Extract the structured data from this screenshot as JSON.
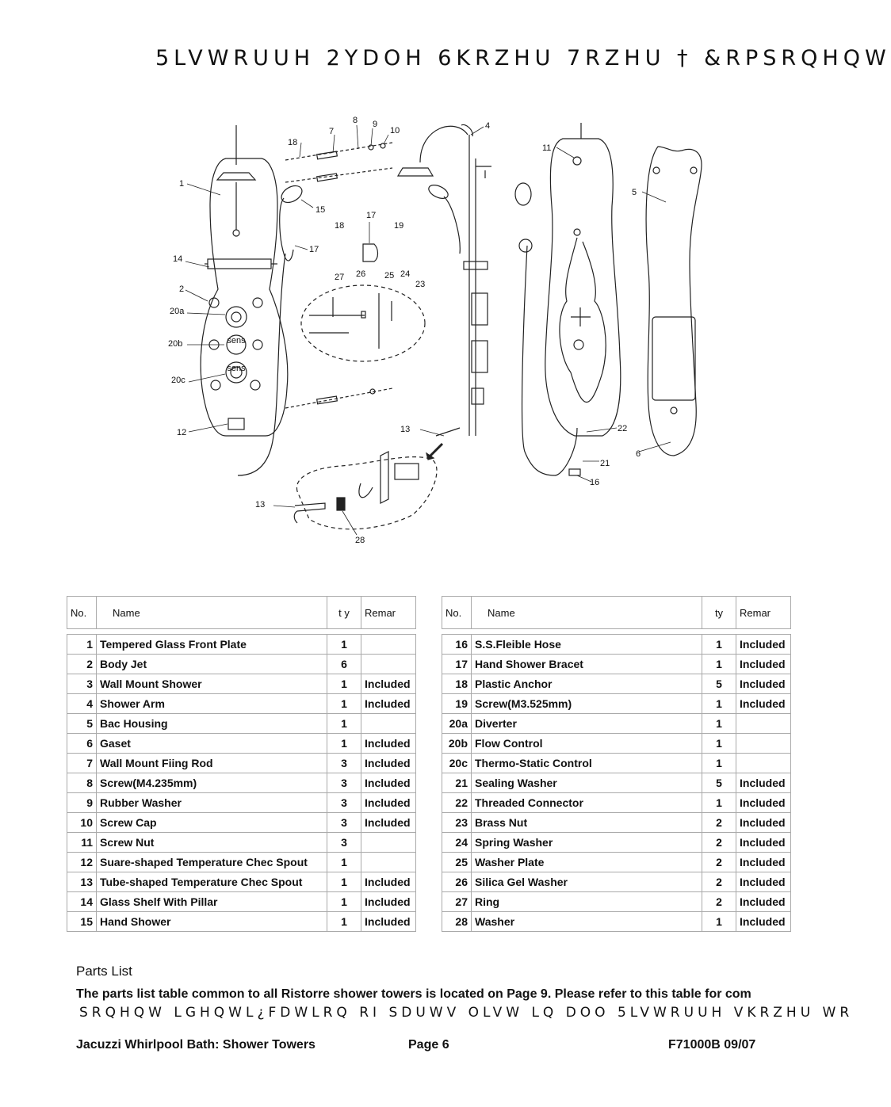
{
  "title": "5LVWRUUH 2YDOH 6KRZHU 7RZHU † &RPSRQHQW",
  "diagram": {
    "callouts": [
      "1",
      "2",
      "4",
      "5",
      "6",
      "7",
      "8",
      "9",
      "10",
      "11",
      "12",
      "13",
      "13",
      "14",
      "15",
      "16",
      "17",
      "17",
      "18",
      "18",
      "19",
      "20a",
      "20b",
      "20c",
      "21",
      "22",
      "23",
      "24",
      "25",
      "26",
      "27",
      "28"
    ],
    "symbols": [
      "sens",
      "sens"
    ]
  },
  "table_headers": {
    "no": "No.",
    "name": "Name",
    "qty_left": "t  y",
    "qty_right": "ty",
    "remark": "Remar"
  },
  "parts_left": [
    {
      "no": "1",
      "name": "Tempered Glass Front  Plate",
      "qty": "1",
      "remark": ""
    },
    {
      "no": "2",
      "name": "Body Jet",
      "qty": "6",
      "remark": ""
    },
    {
      "no": "3",
      "name": "Wall Mount Shower",
      "qty": "1",
      "remark": "Included"
    },
    {
      "no": "4",
      "name": "Shower  Arm",
      "qty": "1",
      "remark": "Included"
    },
    {
      "no": "5",
      "name": "Bac Housing",
      "qty": "1",
      "remark": ""
    },
    {
      "no": "6",
      "name": "Gaset",
      "qty": "1",
      "remark": "Included"
    },
    {
      "no": "7",
      "name": "Wall Mount Fiing Rod",
      "qty": "3",
      "remark": "Included"
    },
    {
      "no": "8",
      "name": "Screw(M4.235mm)",
      "qty": "3",
      "remark": "Included"
    },
    {
      "no": "9",
      "name": "Rubber Washer",
      "qty": "3",
      "remark": "Included"
    },
    {
      "no": "10",
      "name": "Screw Cap",
      "qty": "3",
      "remark": "Included"
    },
    {
      "no": "11",
      "name": "Screw Nut",
      "qty": "3",
      "remark": ""
    },
    {
      "no": "12",
      "name": "Suare-shaped Temperature Chec Spout",
      "qty": "1",
      "remark": ""
    },
    {
      "no": "13",
      "name": "Tube-shaped Temperature Chec Spout",
      "qty": "1",
      "remark": "Included"
    },
    {
      "no": "14",
      "name": "Glass Shelf With Pillar",
      "qty": "1",
      "remark": "Included"
    },
    {
      "no": "15",
      "name": "Hand Shower",
      "qty": "1",
      "remark": "Included"
    }
  ],
  "parts_right": [
    {
      "no": "16",
      "name": "S.S.Fleible Hose",
      "qty": "1",
      "remark": "Included"
    },
    {
      "no": "17",
      "name": "Hand Shower Bracet",
      "qty": "1",
      "remark": "Included"
    },
    {
      "no": "18",
      "name": "Plastic Anchor",
      "qty": "5",
      "remark": "Included"
    },
    {
      "no": "19",
      "name": "Screw(M3.525mm)",
      "qty": "1",
      "remark": "Included"
    },
    {
      "no": "20a",
      "name": "Diverter",
      "qty": "1",
      "remark": ""
    },
    {
      "no": "20b",
      "name": "Flow Control",
      "qty": "1",
      "remark": ""
    },
    {
      "no": "20c",
      "name": "Thermo-Static Control",
      "qty": "1",
      "remark": ""
    },
    {
      "no": "21",
      "name": "Sealing Washer",
      "qty": "5",
      "remark": "Included"
    },
    {
      "no": "22",
      "name": "Threaded Connector",
      "qty": "1",
      "remark": "Included"
    },
    {
      "no": "23",
      "name": "Brass Nut",
      "qty": "2",
      "remark": "Included"
    },
    {
      "no": "24",
      "name": "Spring Washer",
      "qty": "2",
      "remark": "Included"
    },
    {
      "no": "25",
      "name": "Washer Plate",
      "qty": "2",
      "remark": "Included"
    },
    {
      "no": "26",
      "name": "Silica Gel Washer",
      "qty": "2",
      "remark": "Included"
    },
    {
      "no": "27",
      "name": "Ring",
      "qty": "2",
      "remark": "Included"
    },
    {
      "no": "28",
      "name": "Washer",
      "qty": "1",
      "remark": "Included"
    }
  ],
  "parts_list_label": "Parts List",
  "note": "The parts list table common to all Ristorre shower towers is located on Page 9. Please refer to this table for com",
  "note_line2": "SRQHQW LGHQWL¿FDWLRQ RI SDUWV OLVW LQ DOO 5LVWRUUH VKRZHU WR",
  "footer": {
    "left": "Jacuzzi Whirlpool Bath: Shower Towers",
    "center": "Page 6",
    "right": "F71000B  09/07"
  }
}
